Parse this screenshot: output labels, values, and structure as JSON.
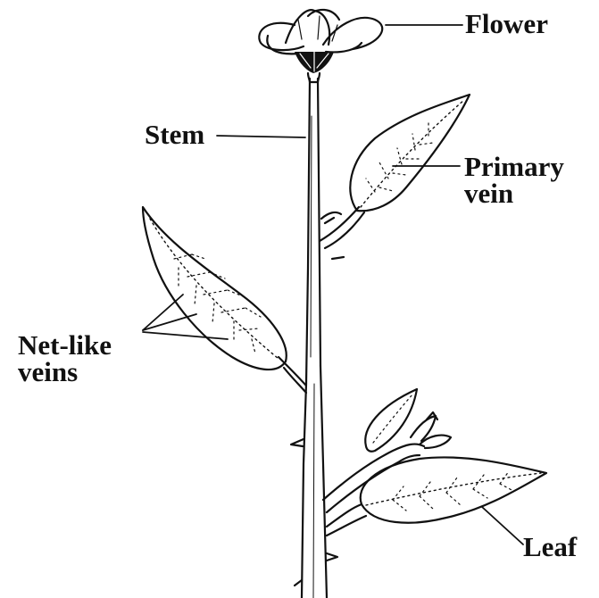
{
  "labels": {
    "flower": "Flower",
    "stem": "Stem",
    "primary_vein": [
      "Primary",
      "vein"
    ],
    "net_like_veins": [
      "Net-like",
      "veins"
    ],
    "leaf": "Leaf"
  },
  "colors": {
    "ink": "#111111",
    "background": "#ffffff"
  }
}
